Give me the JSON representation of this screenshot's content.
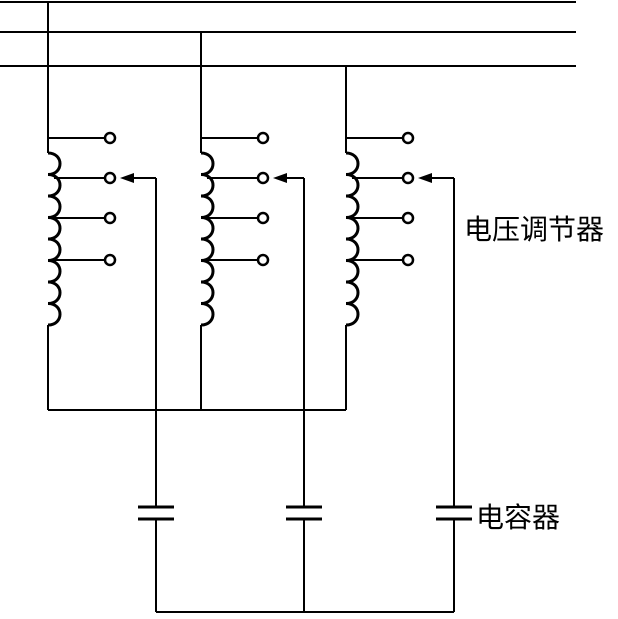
{
  "labels": {
    "voltage_regulator": "电压调节器",
    "capacitor": "电容器"
  },
  "diagram": {
    "phases": 3,
    "taps_per_regulator": 4,
    "components": [
      "bus-line",
      "voltage-regulator",
      "capacitor",
      "wiper-arrow"
    ]
  }
}
